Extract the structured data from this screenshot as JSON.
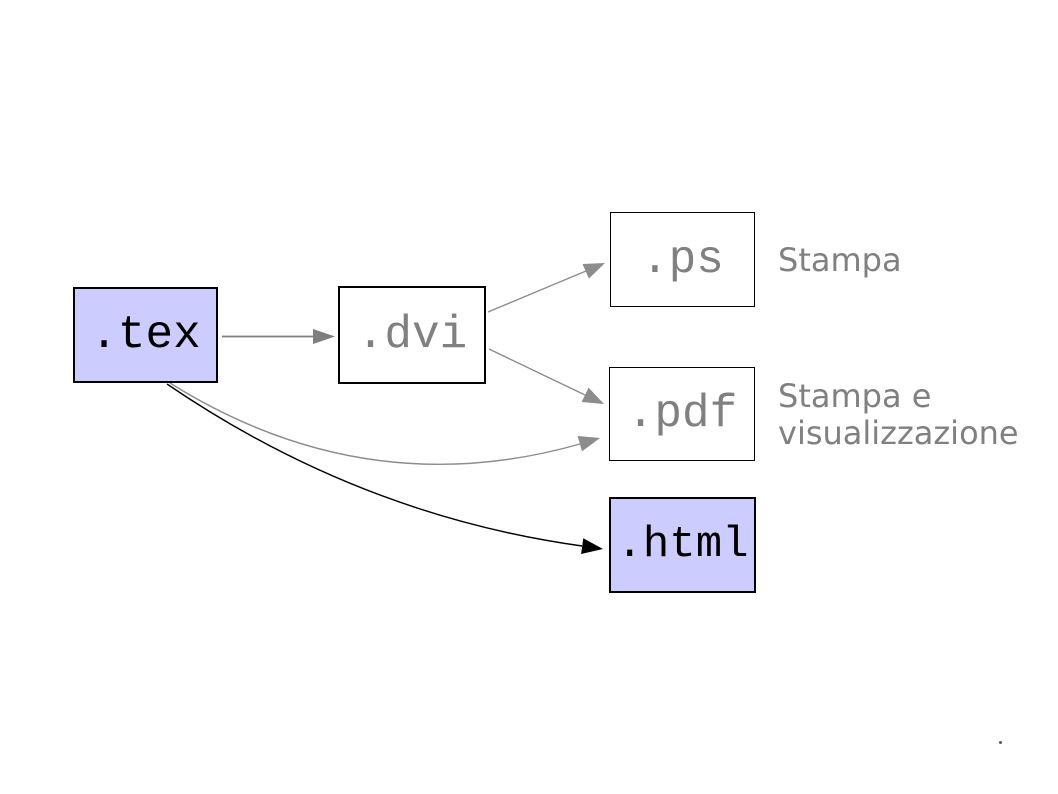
{
  "page": {
    "background": "#ffffff"
  },
  "diagram": {
    "nodes": [
      {
        "id": "tex",
        "label": ".tex",
        "fill": "#ccccff",
        "text_color": "#000000",
        "border_color": "#000000"
      },
      {
        "id": "dvi",
        "label": ".dvi",
        "fill": "#ffffff",
        "text_color": "#808080",
        "border_color": "#000000"
      },
      {
        "id": "ps",
        "label": ".ps",
        "fill": "#ffffff",
        "text_color": "#808080",
        "border_color": "#000000"
      },
      {
        "id": "pdf",
        "label": ".pdf",
        "fill": "#ffffff",
        "text_color": "#808080",
        "border_color": "#000000"
      },
      {
        "id": "html",
        "label": ".html",
        "fill": "#ccccff",
        "text_color": "#000000",
        "border_color": "#000000"
      }
    ],
    "annotations": {
      "ps_label": "Stampa",
      "pdf_label_line1": "Stampa e",
      "pdf_label_line2": "visualizzazione",
      "label_color": "#808080"
    },
    "edges": [
      {
        "from": "tex",
        "to": "dvi",
        "style": "straight",
        "color": "#7f7f7f"
      },
      {
        "from": "dvi",
        "to": "ps",
        "style": "straight",
        "color": "#7f7f7f"
      },
      {
        "from": "dvi",
        "to": "pdf",
        "style": "straight",
        "color": "#7f7f7f"
      },
      {
        "from": "tex",
        "to": "pdf",
        "style": "curved",
        "color": "#7f7f7f"
      },
      {
        "from": "tex",
        "to": "html",
        "style": "curved",
        "color": "#000000"
      }
    ],
    "footer_dot": "."
  }
}
